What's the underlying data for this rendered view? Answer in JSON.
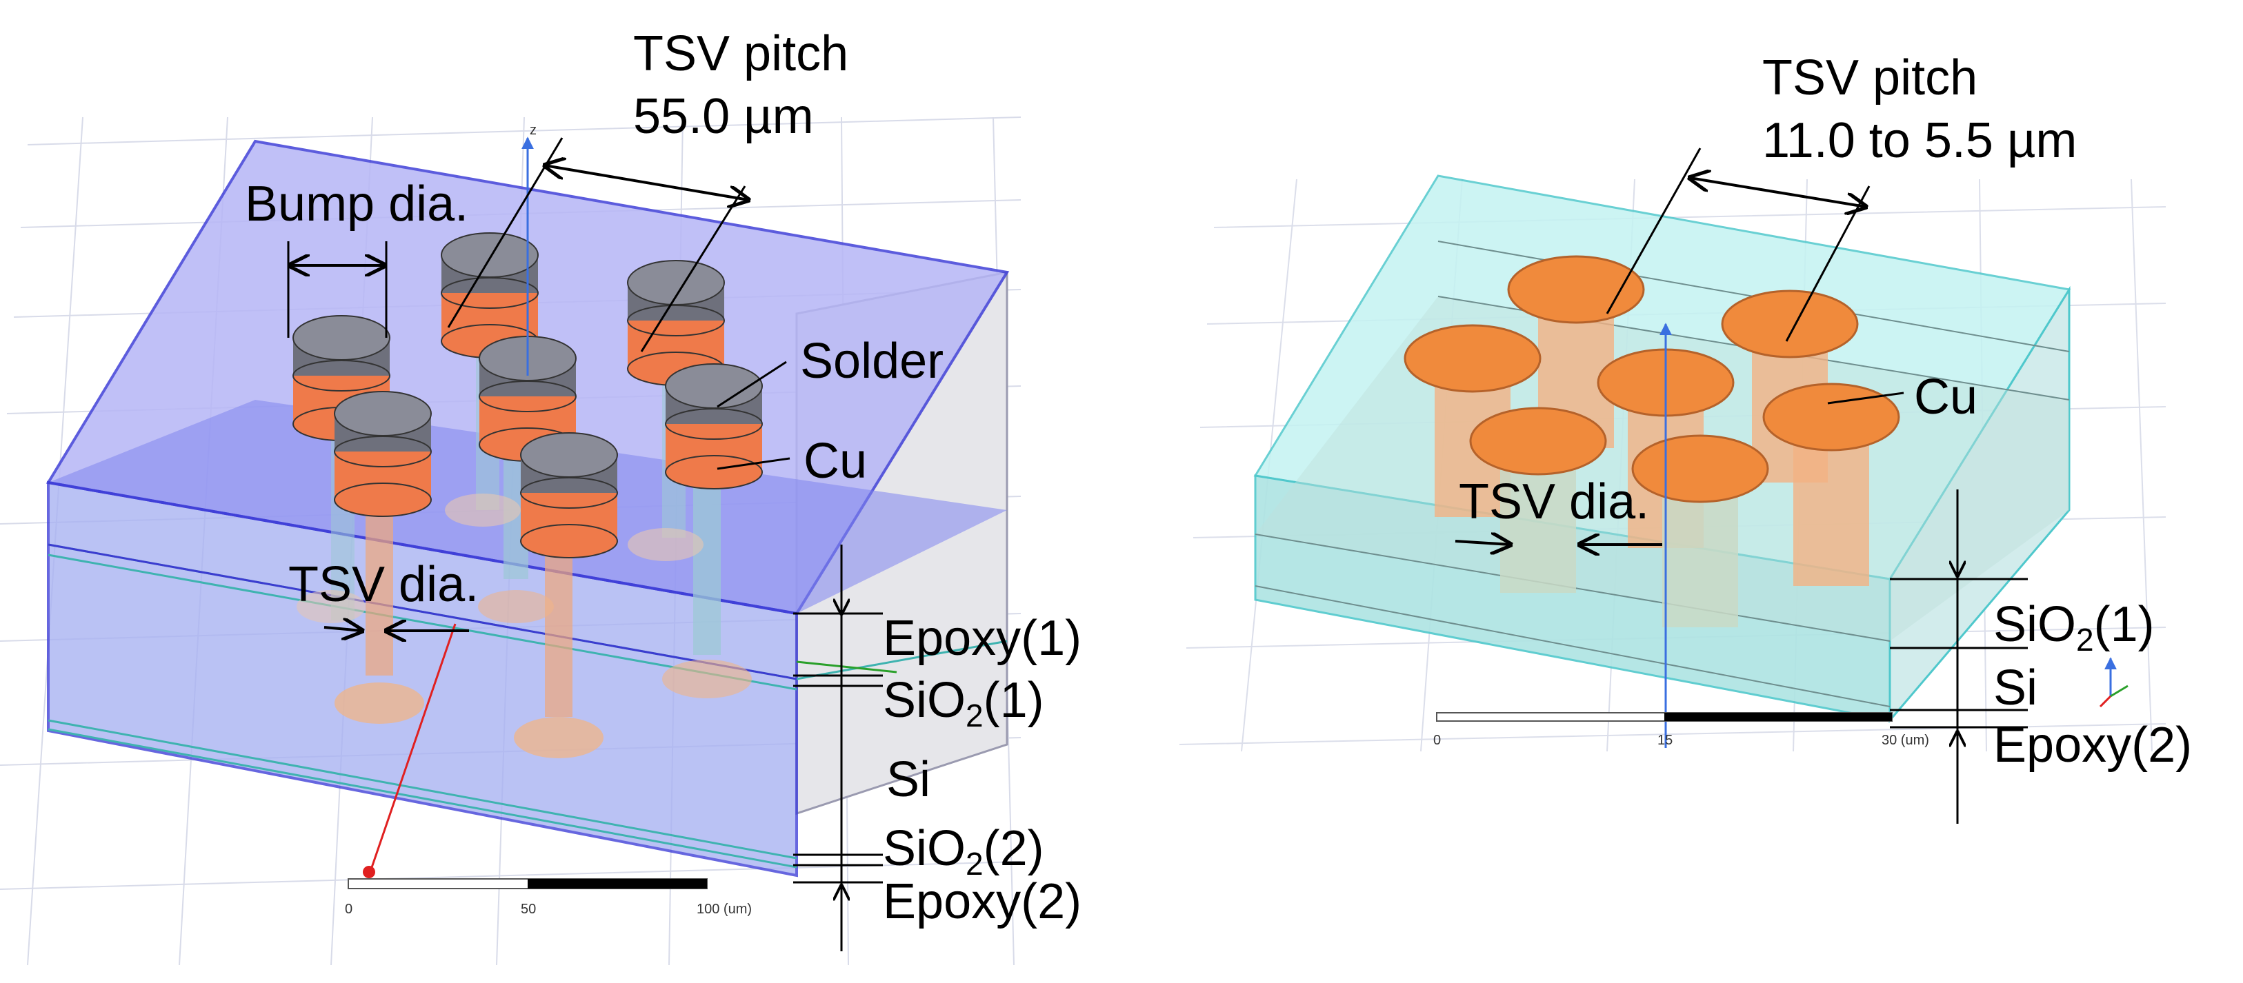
{
  "left_panel": {
    "pitch_title": "TSV pitch",
    "pitch_value": "55.0 µm",
    "bump_dia": "Bump dia.",
    "solder": "Solder",
    "cu": "Cu",
    "tsv_dia": "TSV dia.",
    "layers": {
      "epoxy1": "Epoxy(1)",
      "sio2_1_base": "SiO",
      "sio2_1_sub": "2",
      "sio2_1_suffix": "(1)",
      "si": "Si",
      "sio2_2_base": "SiO",
      "sio2_2_sub": "2",
      "sio2_2_suffix": "(2)",
      "epoxy2": "Epoxy(2)"
    },
    "scale_ticks": [
      "0",
      "50",
      "100 (um)"
    ],
    "axis_label": "z"
  },
  "right_panel": {
    "pitch_title": "TSV pitch",
    "pitch_value": "11.0 to 5.5 µm",
    "cu": "Cu",
    "tsv_dia": "TSV dia.",
    "layers": {
      "sio2_1_base": "SiO",
      "sio2_1_sub": "2",
      "sio2_1_suffix": "(1)",
      "si": "Si",
      "epoxy2": "Epoxy(2)"
    },
    "scale_ticks": [
      "0",
      "15",
      "30 (um)"
    ]
  },
  "colors": {
    "left_volume": "#7f7ff0",
    "right_volume": "#7fe8ec",
    "copper": "#f0894a",
    "solder": "#777a86",
    "grid": "#c8cde0"
  }
}
